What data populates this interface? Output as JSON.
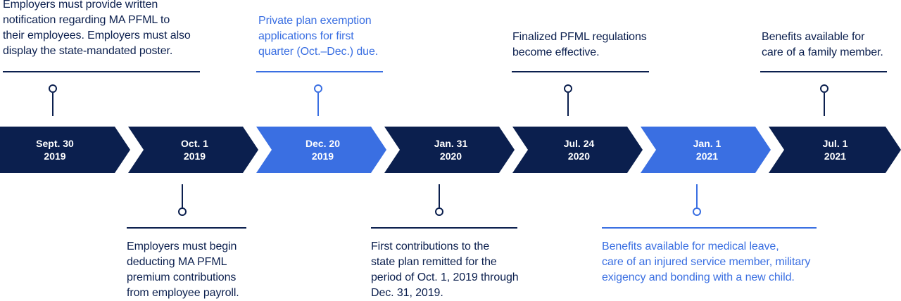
{
  "colors": {
    "dark": "#0b1f4e",
    "accent": "#3a6fe2",
    "text": "#0b1f4e",
    "text_accent": "#3a6fe2"
  },
  "milestones": [
    {
      "date": "Sept. 30",
      "year": "2019",
      "color": "dark"
    },
    {
      "date": "Oct. 1",
      "year": "2019",
      "color": "dark"
    },
    {
      "date": "Dec. 20",
      "year": "2019",
      "color": "accent"
    },
    {
      "date": "Jan. 31",
      "year": "2020",
      "color": "dark"
    },
    {
      "date": "Jul. 24",
      "year": "2020",
      "color": "dark"
    },
    {
      "date": "Jan. 1",
      "year": "2021",
      "color": "accent"
    },
    {
      "date": "Jul. 1",
      "year": "2021",
      "color": "dark"
    }
  ],
  "notes_top": [
    {
      "lines": [
        "Employers must provide written",
        "notification regarding MA PFML to",
        "their employees. Employers must also",
        "display the state-mandated poster."
      ]
    },
    {
      "lines": [
        "Private plan exemption",
        "applications for first",
        "quarter (Oct.–Dec.) due."
      ]
    },
    {
      "lines": [
        "Finalized PFML regulations",
        "become effective."
      ]
    },
    {
      "lines": [
        "Benefits available for",
        "care of a family member."
      ]
    }
  ],
  "notes_bottom": [
    {
      "lines": [
        "Employers must begin",
        "deducting MA PFML",
        "premium contributions",
        "from employee payroll."
      ]
    },
    {
      "lines": [
        "First contributions to the",
        "state plan remitted for the",
        "period of Oct. 1, 2019 through",
        "Dec. 31, 2019."
      ]
    },
    {
      "lines": [
        "Benefits available for medical leave,",
        "care of an injured service member, military",
        "exigency and bonding with a new child."
      ]
    }
  ]
}
